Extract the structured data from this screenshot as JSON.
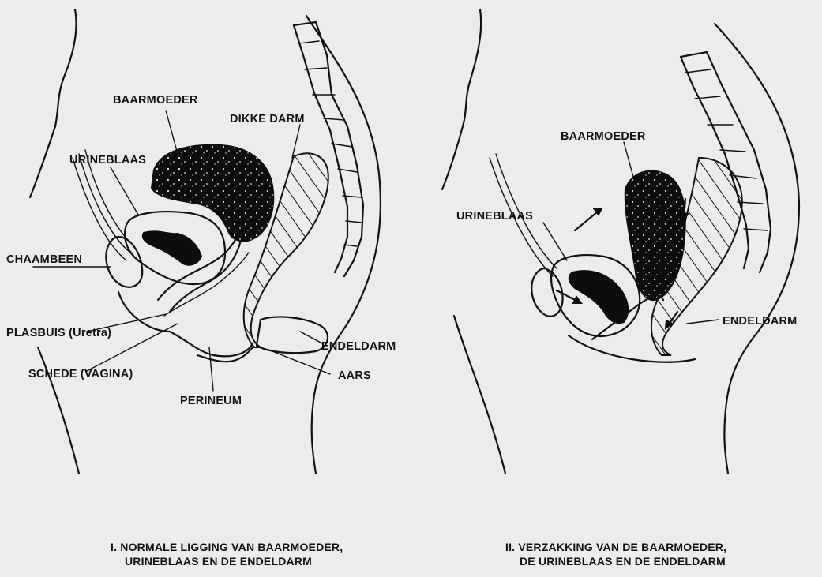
{
  "colors": {
    "paper": "#ececec",
    "ink": "#111111"
  },
  "diagram1": {
    "labels": {
      "baarmoeder": "BAARMOEDER",
      "dikke_darm": "DIKKE DARM",
      "urineblaas": "URINEBLAAS",
      "chaambeen": "CHAAMBEEN",
      "plasbuis": "PLASBUIS (Uretra)",
      "schede": "SCHEDE (VAGINA)",
      "endeldarm": "ENDELDARM",
      "aars": "AARS",
      "perineum": "PERINEUM"
    },
    "caption_line1": "I.  NORMALE LIGGING VAN BAARMOEDER,",
    "caption_line2": "URINEBLAAS EN DE ENDELDARM"
  },
  "diagram2": {
    "labels": {
      "baarmoeder": "BAARMOEDER",
      "urineblaas": "URINEBLAAS",
      "endeldarm": "ENDELDARM"
    },
    "caption_line1": "II.  VERZAKKING VAN DE BAARMOEDER,",
    "caption_line2": "DE URINEBLAAS EN DE ENDELDARM"
  }
}
